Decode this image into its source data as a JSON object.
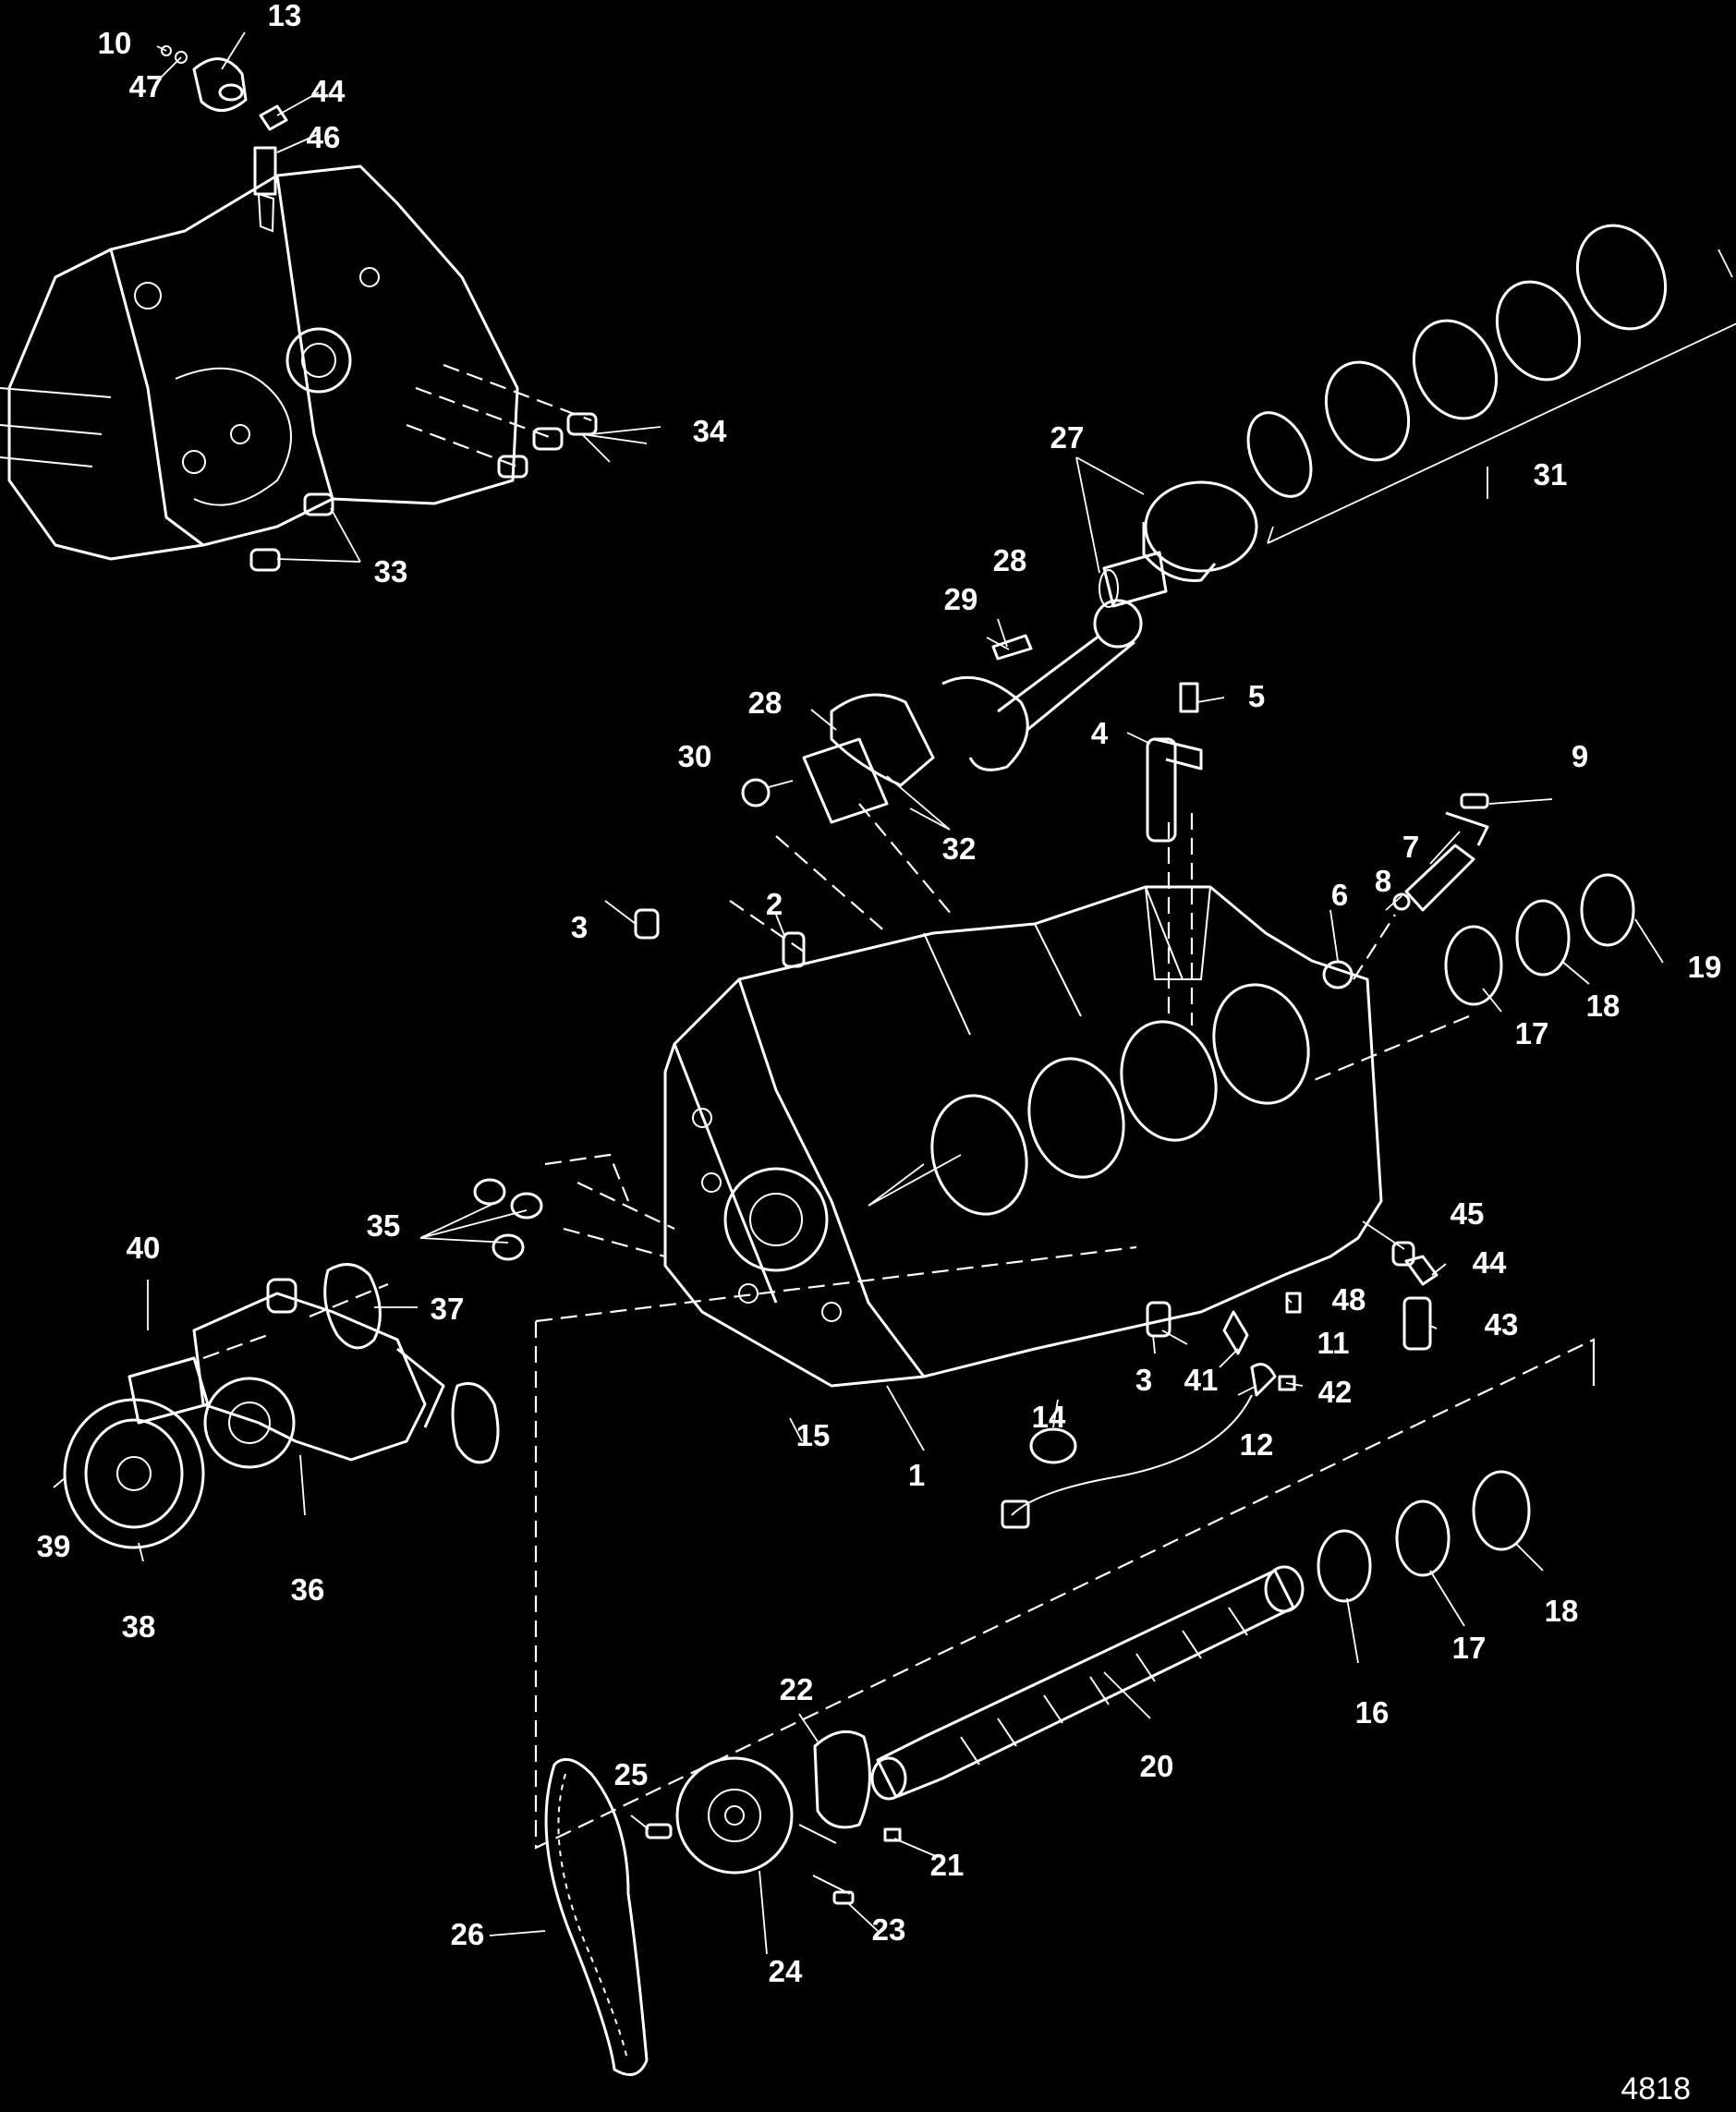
{
  "figure_number": "4818",
  "callouts": [
    "1",
    "2",
    "3",
    "3",
    "4",
    "5",
    "6",
    "7",
    "8",
    "9",
    "10",
    "11",
    "12",
    "13",
    "14",
    "15",
    "16",
    "17",
    "17",
    "18",
    "18",
    "19",
    "20",
    "21",
    "22",
    "23",
    "24",
    "25",
    "26",
    "27",
    "28",
    "28",
    "29",
    "30",
    "31",
    "32",
    "33",
    "34",
    "35",
    "36",
    "37",
    "38",
    "39",
    "40",
    "41",
    "42",
    "43",
    "44",
    "44",
    "45",
    "46",
    "47",
    "48"
  ]
}
